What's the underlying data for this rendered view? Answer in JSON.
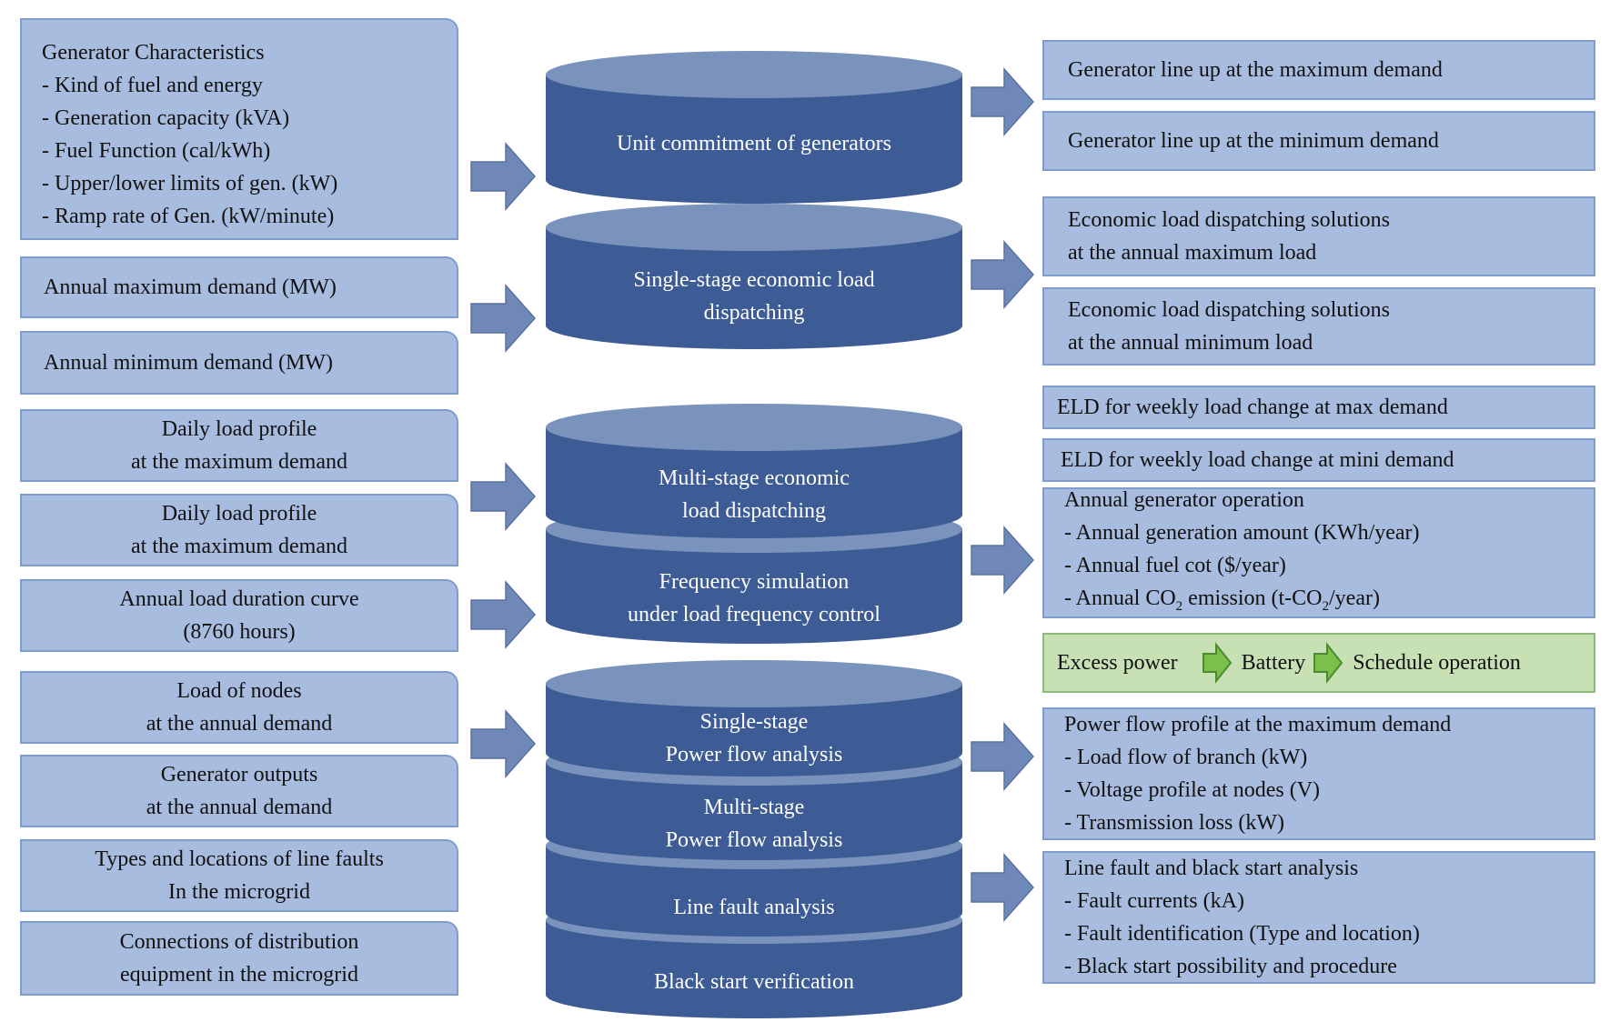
{
  "colors": {
    "box_fill": "#a7bcde",
    "cylinder": "#3d5c96",
    "green": "#c7e0b4",
    "arrow": "#7088b8"
  },
  "inputs": {
    "gen_char": {
      "title": "Generator Characteristics",
      "items": [
        "- Kind of fuel and energy",
        "- Generation capacity (kVA)",
        "- Fuel Function (cal/kWh)",
        "- Upper/lower limits of gen. (kW)",
        "- Ramp rate of Gen. (kW/minute)"
      ]
    },
    "annual_max": "Annual maximum demand (MW)",
    "annual_min": "Annual minimum demand (MW)",
    "daily_max_1": [
      "Daily load profile",
      "at the maximum demand"
    ],
    "daily_max_2": [
      "Daily load profile",
      "at the maximum demand"
    ],
    "duration_curve": [
      "Annual load duration curve",
      "(8760 hours)"
    ],
    "load_nodes": [
      "Load of nodes",
      "at the annual demand"
    ],
    "gen_outputs": [
      "Generator outputs",
      "at the annual demand"
    ],
    "line_faults": [
      "Types and locations of line faults",
      "In the microgrid"
    ],
    "connections": [
      "Connections of distribution",
      "equipment in the microgrid"
    ]
  },
  "stages": {
    "unit_commitment": [
      "Unit commitment of generators"
    ],
    "single_eld": [
      "Single-stage economic load",
      "dispatching"
    ],
    "multi_eld": [
      "Multi-stage economic",
      "load dispatching"
    ],
    "frequency": [
      "Frequency simulation",
      "under load frequency control"
    ],
    "single_pf": [
      "Single-stage",
      "Power flow analysis"
    ],
    "multi_pf": [
      "Multi-stage",
      "Power flow analysis"
    ],
    "line_fault": [
      "Line fault analysis"
    ],
    "black_start": [
      "Black start verification"
    ]
  },
  "outputs": {
    "lineup_max": "Generator line up at the maximum demand",
    "lineup_min": "Generator line up at the minimum demand",
    "eld_max": [
      "Economic load dispatching solutions",
      "at the annual maximum load"
    ],
    "eld_min": [
      "Economic load dispatching solutions",
      "at the annual minimum load"
    ],
    "weekly_max": "ELD for weekly load change at max demand",
    "weekly_min": "ELD for weekly load change at mini demand",
    "annual_op": {
      "title": "Annual generator operation",
      "items": [
        "- Annual generation amount (KWh/year)",
        "- Annual fuel cot ($/year)"
      ],
      "co2": {
        "pre": "- Annual CO",
        "sub1": "2",
        "mid": " emission (t-CO",
        "sub2": "2",
        "post": "/year)"
      }
    },
    "battery": {
      "a": "Excess power",
      "b": "Battery",
      "c": "Schedule operation"
    },
    "power_flow": {
      "title": "Power flow profile at the maximum demand",
      "items": [
        "- Load flow of branch (kW)",
        "- Voltage profile at nodes (V)",
        "- Transmission loss (kW)"
      ]
    },
    "fault": {
      "title": "Line fault and black start analysis",
      "items": [
        "- Fault currents (kA)",
        "- Fault identification (Type and location)",
        "- Black start possibility and procedure"
      ]
    }
  }
}
